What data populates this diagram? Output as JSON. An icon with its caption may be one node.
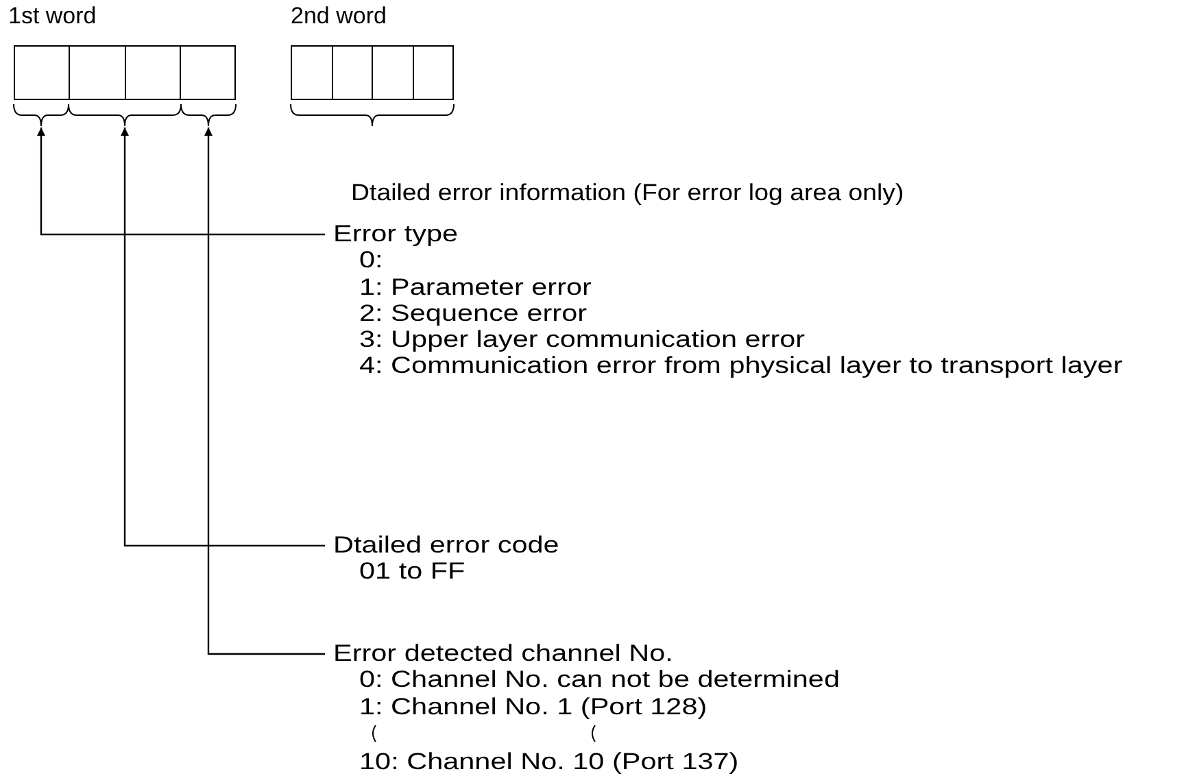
{
  "diagram": {
    "nodes": [
      {
        "text": [
          "1st word"
        ]
      },
      {
        "text": [
          "2nd word"
        ]
      },
      {
        "text": [],
        "shape": "box",
        "in": 0
      },
      {
        "text": [],
        "shape": "box",
        "in": 0
      },
      {
        "text": [],
        "shape": "box",
        "in": 0
      },
      {
        "text": [],
        "shape": "box",
        "in": 0
      },
      {
        "text": [],
        "shape": "box",
        "in": 1
      },
      {
        "text": [],
        "shape": "box",
        "in": 1
      },
      {
        "text": [],
        "shape": "box",
        "in": 1
      },
      {
        "text": [],
        "shape": "box",
        "in": 1
      },
      {
        "text": [
          "Error type",
          "0:",
          "1: Parameter error",
          "2: Sequence error",
          "3: Upper layer communication error",
          "4: Communication error from physical layer to transport layer"
        ]
      },
      {
        "text": [
          "Dtailed error code",
          "01 to FF"
        ]
      },
      {
        "text": [
          "Error detected channel No.",
          "0: Channel No. can not be determined",
          "1: Channel No. 1 (Port 128)",
          "10: Channel No. 10 (Port 137)"
        ]
      },
      {
        "text": [],
        "shape": "brace"
      },
      {
        "text": [],
        "shape": "brace"
      },
      {
        "text": [],
        "shape": "brace"
      },
      {
        "text": [],
        "shape": "brace"
      }
    ],
    "edges": [
      {
        "from": 10,
        "to": 13,
        "arrow": "to"
      },
      {
        "from": 11,
        "to": 14,
        "arrow": "to"
      },
      {
        "from": 12,
        "to": 15,
        "arrow": "to"
      }
    ],
    "labels": [
      "Dtailed error information (For error log area only)"
    ]
  }
}
